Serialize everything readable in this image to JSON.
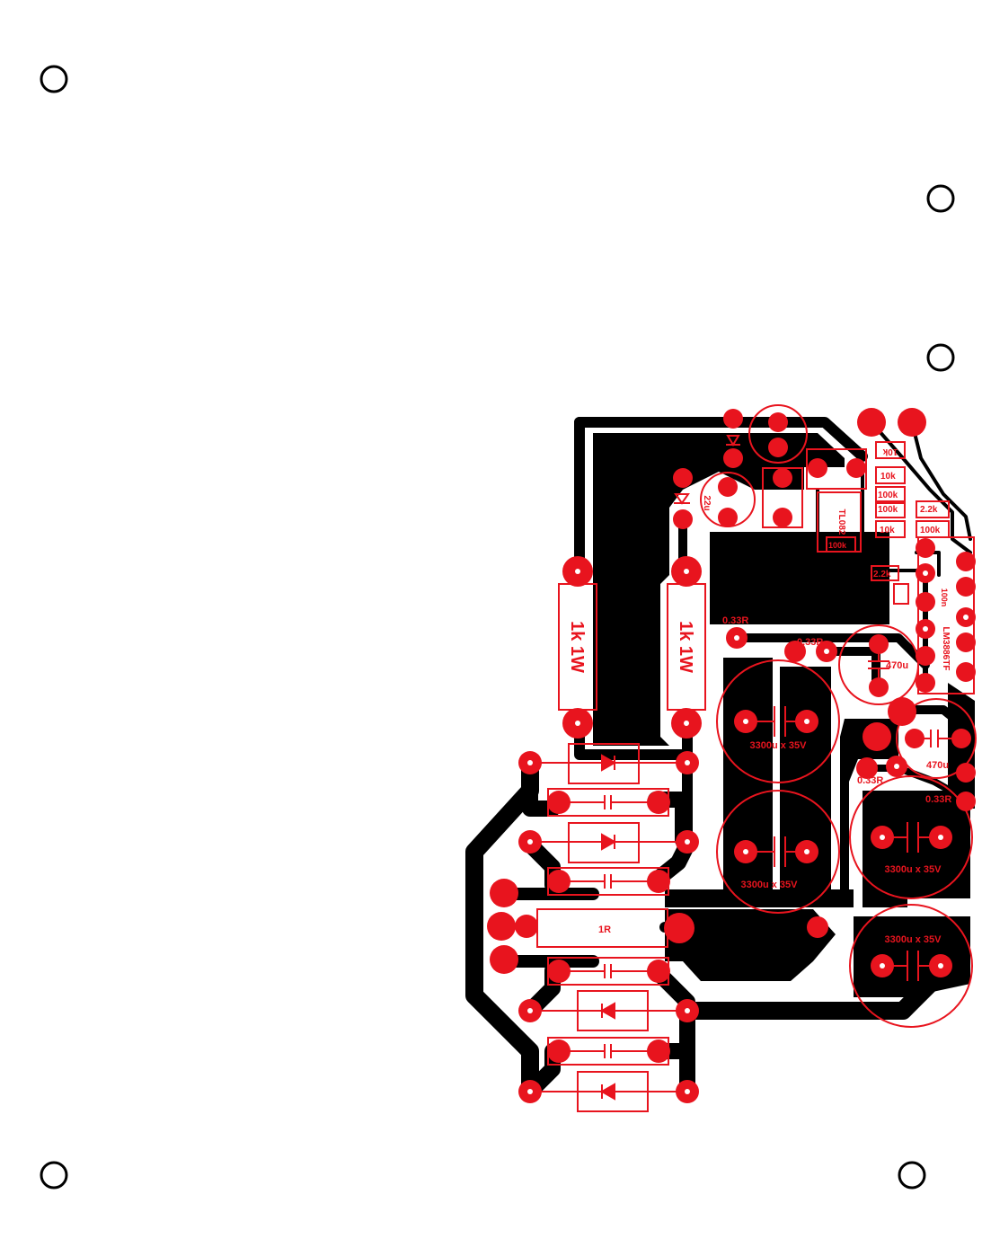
{
  "board": {
    "colors": {
      "copper": "#000000",
      "silk": "#e8141e",
      "pad": "#e8141e",
      "background": "#ffffff"
    },
    "labels": {
      "r_1k_1": "1k 1W",
      "r_1k_2": "1k 1W",
      "r_033_a": "0.33R",
      "r_033_b": "0.33R",
      "r_033_c": "0.33R",
      "r_033_d": "0.33R",
      "c_3300_a": "3300u x 35V",
      "c_3300_b": "3300u x 35V",
      "c_3300_c": "3300u x 35V",
      "c_3300_d": "3300u x 35V",
      "c_470_a": "470u",
      "c_470_b": "470u",
      "r_1r": "1R",
      "c_22u": "22u",
      "r_10k_a": "10k",
      "r_10k_b": "10k",
      "r_100k_a": "100k",
      "r_100k_b": "100k",
      "r_100k_c": "100k",
      "r_100k_d": "100k",
      "r_22k_a": "2.2k",
      "r_22k_b": "2.2k",
      "c_100n": "100n",
      "ic_u1": "TL082",
      "ic_main": "LM3886TF",
      "r_10k_c": "10k"
    }
  }
}
